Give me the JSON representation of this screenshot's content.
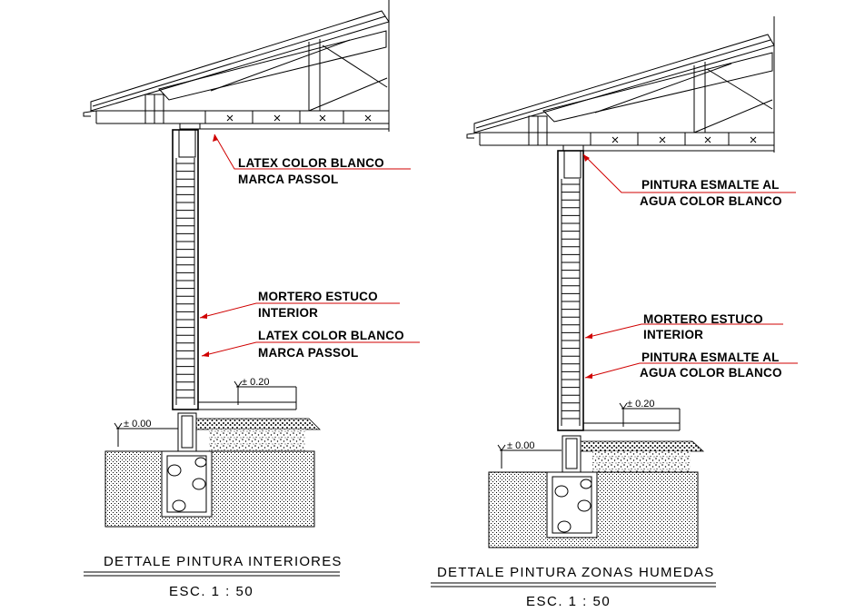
{
  "details": [
    {
      "id": "interiores",
      "title": "DETTALE  PINTURA  INTERIORES",
      "scale": "ESC.  1  :  50",
      "annotations": [
        {
          "line1": "LATEX COLOR BLANCO",
          "line2": "MARCA PASSOL"
        },
        {
          "line1": "MORTERO ESTUCO",
          "line2": "INTERIOR"
        },
        {
          "line1": "LATEX COLOR BLANCO",
          "line2": "MARCA PASSOL"
        }
      ],
      "levels": {
        "floor": "± 0.20",
        "ground": "± 0.00"
      }
    },
    {
      "id": "zonas-humedas",
      "title": "DETTALE  PINTURA  ZONAS  HUMEDAS",
      "scale": "ESC.  1  :  50",
      "annotations": [
        {
          "line1": "PINTURA ESMALTE AL",
          "line2": "AGUA COLOR BLANCO"
        },
        {
          "line1": "MORTERO ESTUCO",
          "line2": "INTERIOR"
        },
        {
          "line1": "PINTURA ESMALTE AL",
          "line2": "AGUA COLOR BLANCO"
        }
      ],
      "levels": {
        "floor": "± 0.20",
        "ground": "± 0.00"
      }
    }
  ],
  "colors": {
    "ink": "#000000",
    "leader": "#d00000",
    "background": "#ffffff"
  }
}
